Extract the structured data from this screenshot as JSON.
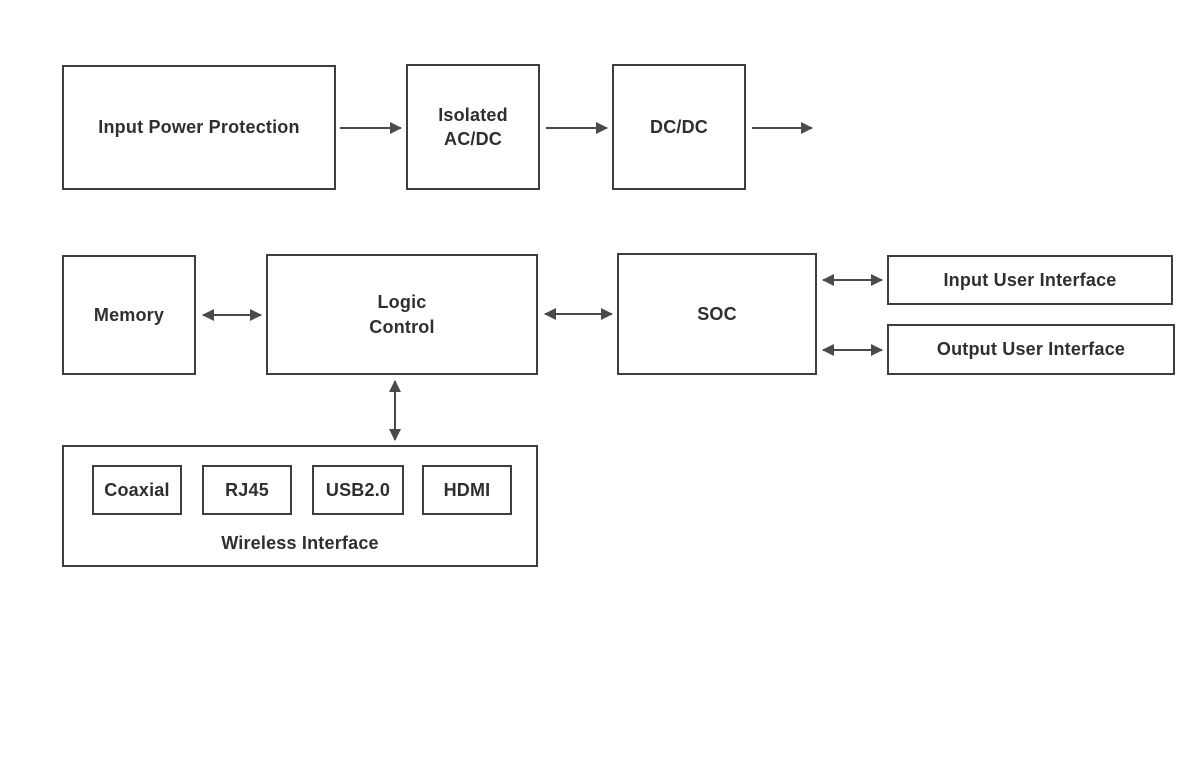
{
  "colors": {
    "background": "#ffffff",
    "border": "#3e3e3e",
    "text": "#2f2f2f",
    "arrow": "#4a4a4a"
  },
  "nodes": {
    "input_power_protection": "Input Power Protection",
    "isolated_acdc": "Isolated\nAC/DC",
    "dcdc": "DC/DC",
    "memory": "Memory",
    "logic_control": "Logic\nControl",
    "soc": "SOC",
    "input_user_interface": "Input User Interface",
    "output_user_interface": "Output User Interface",
    "wireless_interface": "Wireless Interface",
    "ports": [
      {
        "label": "Coaxial"
      },
      {
        "label": "RJ45"
      },
      {
        "label": "USB2.0"
      },
      {
        "label": "HDMI"
      }
    ]
  }
}
